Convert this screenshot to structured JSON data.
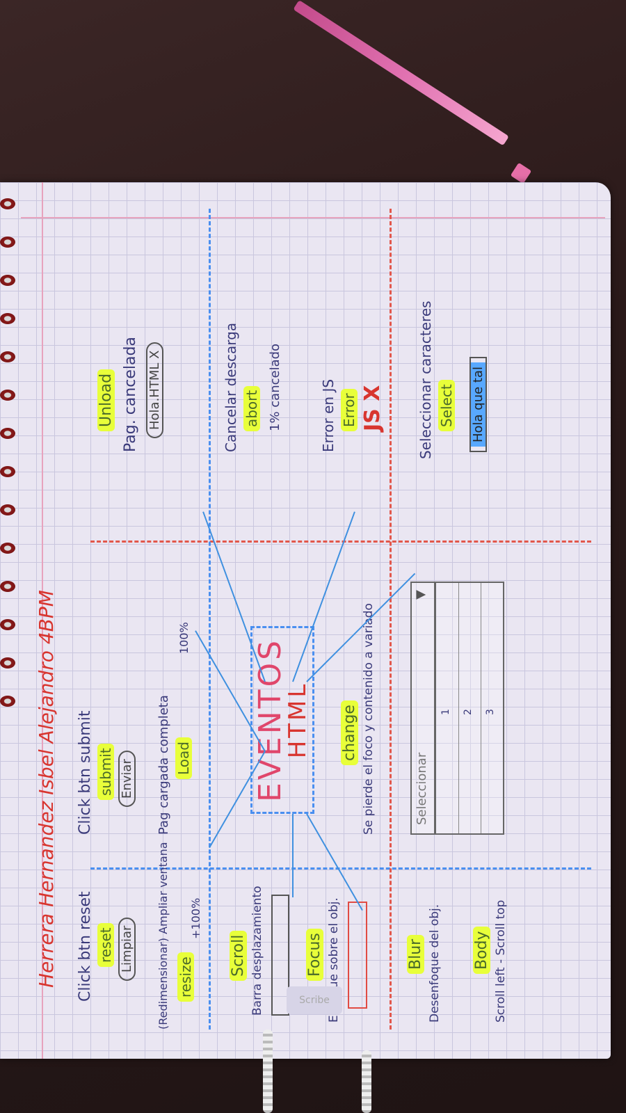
{
  "header": {
    "author_line": "Herrera Hernandez Isbel Alejandro 4BPM"
  },
  "center": {
    "title": "EVENTOS",
    "subtitle": "HTML"
  },
  "events": {
    "unload": {
      "desc": "Pag. cancelada",
      "tag": "Unload",
      "extra": "Hola.HTML X"
    },
    "abort": {
      "desc": "Cancelar descarga",
      "tag": "abort",
      "extra": "1% cancelado"
    },
    "error": {
      "desc": "Error en JS",
      "tag": "Error",
      "extra": "JS X"
    },
    "select": {
      "desc": "Seleccionar caracteres",
      "tag": "Select",
      "extra": "Hola que tal"
    },
    "submit": {
      "desc": "Click btn submit",
      "tag": "submit",
      "button": "Enviar"
    },
    "load": {
      "desc": "Pag cargada completa",
      "tag": "Load",
      "extra": "100%"
    },
    "change": {
      "tag": "change",
      "desc": "Se pierde el foco y contenido a variado",
      "select_label": "Seleccionar",
      "options": [
        "1",
        "2",
        "3"
      ]
    },
    "reset": {
      "desc": "Click btn reset",
      "tag": "reset",
      "button": "Limpiar"
    },
    "resize": {
      "desc": "(Redimensionar) Ampliar ventana",
      "tag": "resize",
      "extra": "+100%"
    },
    "scroll": {
      "tag": "Scroll",
      "desc": "Barra desplazamiento"
    },
    "focus": {
      "tag": "Focus",
      "desc": "Enfoque sobre el obj."
    },
    "blur": {
      "tag": "Blur",
      "desc": "Desenfoque del obj."
    },
    "body": {
      "tag": "Body",
      "desc": "Scroll left - Scroll top"
    }
  },
  "stamp": {
    "label": "Scribe"
  },
  "colors": {
    "page": "#eae6f2",
    "grid": "#c9c6de",
    "highlight": "#e8ff3a",
    "red": "#e14b43",
    "blue": "#4a8ff0"
  }
}
